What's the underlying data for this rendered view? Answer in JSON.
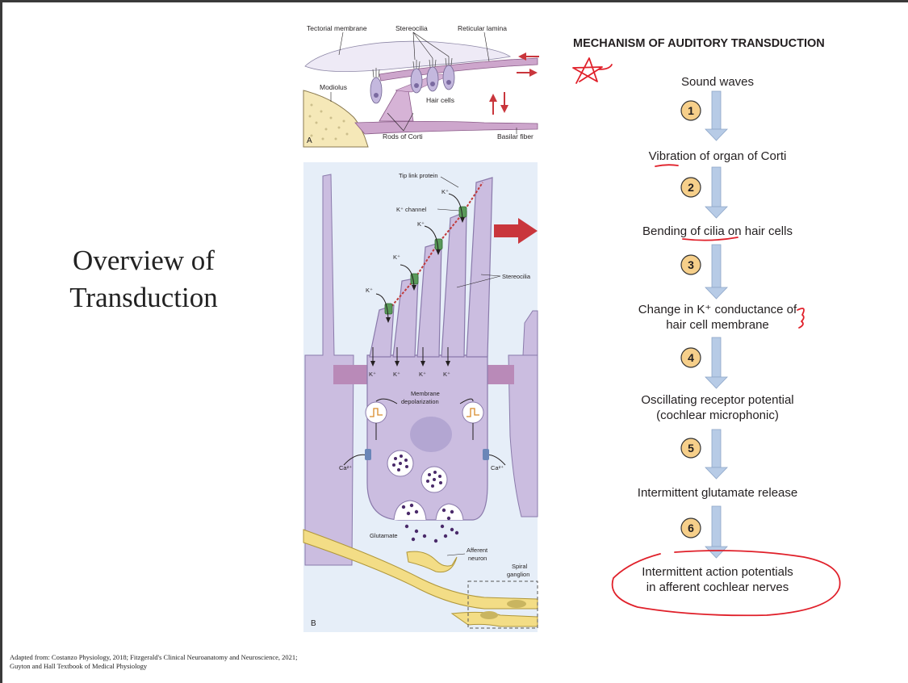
{
  "slide_title": [
    "Overview of",
    "Transduction"
  ],
  "citation": [
    "Adapted from: Costanzo Physiology, 2018; Fitzgerald's Clinical Neuroanatomy and Neuroscience, 2021;",
    "Guyton and Hall Textbook of Medical Physiology"
  ],
  "panel_a": {
    "letter": "A",
    "labels": {
      "tectorial_membrane": "Tectorial membrane",
      "stereocilia": "Stereocilia",
      "reticular_lamina": "Reticular lamina",
      "modiolus": "Modiolus",
      "hair_cells": "Hair cells",
      "rods_of_corti": "Rods of Corti",
      "basilar_fiber": "Basilar fiber"
    }
  },
  "panel_b": {
    "letter": "B",
    "labels": {
      "tip_link_protein": "Tip link protein",
      "k_channel": "K⁺ channel",
      "k_ion": "K⁺",
      "stereocilia": "Stereocilia",
      "membrane_depolarization_1": "Membrane",
      "membrane_depolarization_2": "depolarization",
      "ca_ion": "Ca²⁺",
      "glutamate": "Glutamate",
      "afferent_1": "Afferent",
      "afferent_2": "neuron",
      "spiral_1": "Spiral",
      "spiral_2": "ganglion"
    }
  },
  "flowchart": {
    "title": "MECHANISM OF AUDITORY TRANSDUCTION",
    "steps": [
      {
        "text": [
          "Sound waves"
        ]
      },
      {
        "number": "1",
        "text": [
          "Vibration of organ of Corti"
        ]
      },
      {
        "number": "2",
        "text": [
          "Bending of cilia on hair cells"
        ]
      },
      {
        "number": "3",
        "text": [
          "Change in K⁺ conductance of",
          "hair cell membrane"
        ]
      },
      {
        "number": "4",
        "text": [
          "Oscillating receptor potential",
          "(cochlear microphonic)"
        ]
      },
      {
        "number": "5",
        "text": [
          "Intermittent glutamate release"
        ]
      },
      {
        "number": "6",
        "text": [
          "Intermittent action potentials",
          "in afferent cochlear nerves"
        ]
      }
    ]
  },
  "colors": {
    "annotation_red": "#e0202a",
    "arrow_blue": "#b7cbe6",
    "number_circle": "#f6cf8a",
    "cell_purple": "#cbbde0",
    "panel_bg": "#e6eef8",
    "neuron_yellow": "#f3dd86",
    "motion_arrow": "#c9363c"
  }
}
